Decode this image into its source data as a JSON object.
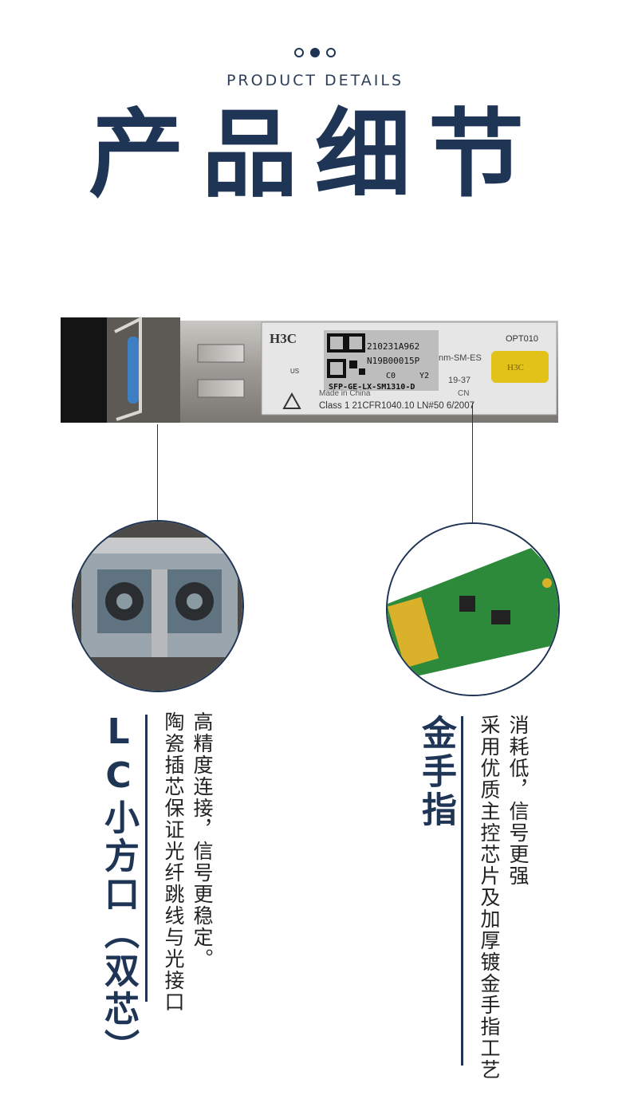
{
  "header": {
    "subtitle": "PRODUCT DETAILS",
    "title": "产品细节"
  },
  "module_label": {
    "brand": "H3C",
    "serial": "210231A962",
    "code": "N19B00015P",
    "code2": "C0",
    "code3": "Y2",
    "part": "SFP-GE-LX-SM1310-D",
    "mode": "nm-SM-ES",
    "date": "19-37",
    "origin": "Made in China",
    "country": "CN",
    "compliance": "Class 1 21CFR1040.10 LN#50 6/2007",
    "opt": "OPT010",
    "cert": "US",
    "chip_brand": "H3C"
  },
  "left_feature": {
    "heading": "LC小方口（双芯）",
    "line1": "高精度连接，信号更稳定。",
    "line2": "陶瓷插芯保证光纤跳线与光接口"
  },
  "right_feature": {
    "heading": "金手指",
    "line1": "消耗低，信号更强",
    "line2": "采用优质主控芯片及加厚镀金手指工艺"
  }
}
